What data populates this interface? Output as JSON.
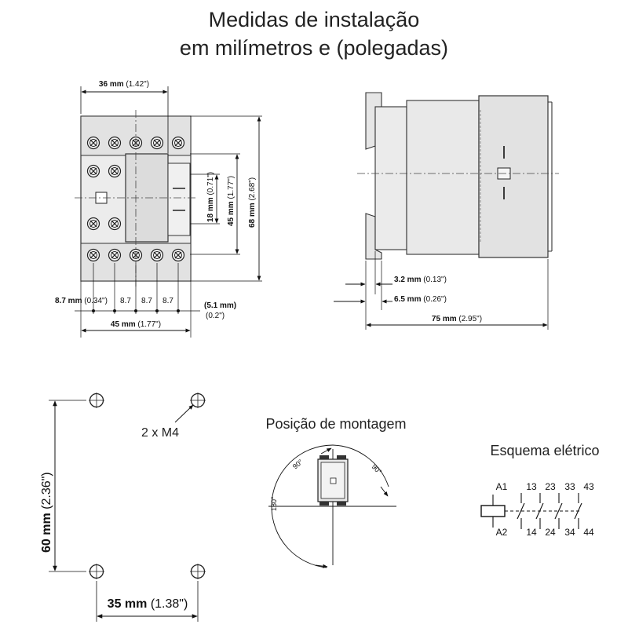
{
  "title": {
    "line1": "Medidas de instalação",
    "line2": "em milímetros e (polegadas)"
  },
  "front_view": {
    "width_top_mm": "36 mm",
    "width_top_in": "(1.42\")",
    "h18_mm": "18 mm",
    "h18_in": "(0.71\")",
    "h45_mm": "45 mm",
    "h45_in": "(1.77\")",
    "h68_mm": "68 mm",
    "h68_in": "(2.68\")",
    "pitch_first_mm": "8.7 mm",
    "pitch_first_in": "(0.34\")",
    "pitch_values": [
      "8.7",
      "8.7",
      "8.7"
    ],
    "edge_mm": "(5.1 mm)",
    "edge_in": "(0.2\")",
    "width_bottom_mm": "45 mm",
    "width_bottom_in": "(1.77\")"
  },
  "side_view": {
    "d1_mm": "3.2 mm",
    "d1_in": "(0.13\")",
    "d2_mm": "6.5 mm",
    "d2_in": "(0.26\")",
    "depth_mm": "75 mm",
    "depth_in": "(2.95\")"
  },
  "mounting_holes": {
    "height_mm": "60 mm",
    "height_in": "(2.36\")",
    "width_mm": "35 mm",
    "width_in": "(1.38\")",
    "screws": "2 x M4"
  },
  "mounting_position": {
    "title": "Posição de montagem",
    "angles": [
      "90°",
      "90°",
      "180°"
    ]
  },
  "schematic": {
    "title": "Esquema elétrico",
    "top_labels": [
      "A1",
      "13",
      "23",
      "33",
      "43"
    ],
    "bottom_labels": [
      "A2",
      "14",
      "24",
      "34",
      "44"
    ]
  }
}
